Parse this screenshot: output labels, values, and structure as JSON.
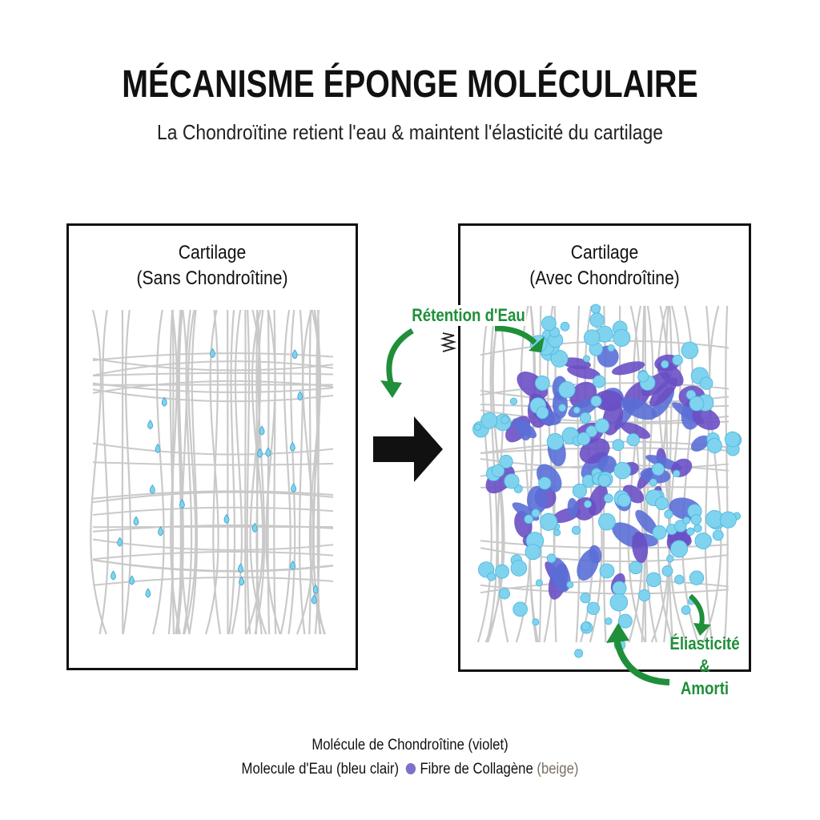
{
  "header": {
    "title": "MÉCANISME ÉPONGE MOLÉCULAIRE",
    "subtitle": "La Chondroïtine retient l'eau & maintent l'élasticité du cartilage"
  },
  "left_panel": {
    "title_line1": "Cartilage",
    "title_line2": "(Sans Chondroîtine)"
  },
  "right_panel": {
    "title_line1": "Cartilage",
    "title_line2": "(Avec Chondroîtine)"
  },
  "annotations": {
    "retention": "Rétention d'Eau",
    "elasticity_1": "Éliasticité",
    "elasticity_2": "&",
    "elasticity_3": "Amorti"
  },
  "legend": {
    "line1": "Molécule de Chondroîtine (violet)",
    "line2_a": "Molecule d'Eau (bleu clair)",
    "line2_b": "Fibre de Collagène",
    "line2_c": "(beige)"
  },
  "colors": {
    "fiber": "#c9c9c9",
    "water": "#7fd3ef",
    "chondroitin": "#6a4fc4",
    "annotation_green": "#1f8f3a",
    "legend_dot": "#7b72c9"
  }
}
